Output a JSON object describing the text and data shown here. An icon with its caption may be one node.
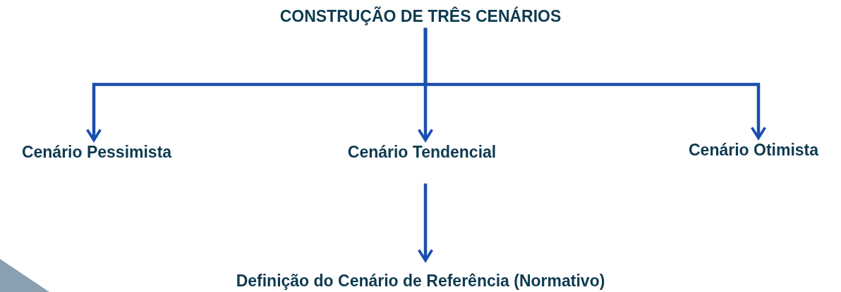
{
  "diagram": {
    "nodes": [
      {
        "text": [
          "CONSTRUÇÃO DE TRÊS CENÁRIOS"
        ]
      },
      {
        "text": [
          "Cenário Pessimista"
        ]
      },
      {
        "text": [
          "Cenário Tendencial"
        ]
      },
      {
        "text": [
          "Cenário Otimista"
        ]
      },
      {
        "text": [
          "Definição do Cenário de Referência (Normativo)"
        ]
      }
    ],
    "edges": [
      {
        "from": 0,
        "to": 1,
        "arrow": "to"
      },
      {
        "from": 0,
        "to": 2,
        "arrow": "to"
      },
      {
        "from": 0,
        "to": 3,
        "arrow": "to"
      },
      {
        "from": 2,
        "to": 4,
        "arrow": "to"
      }
    ]
  }
}
